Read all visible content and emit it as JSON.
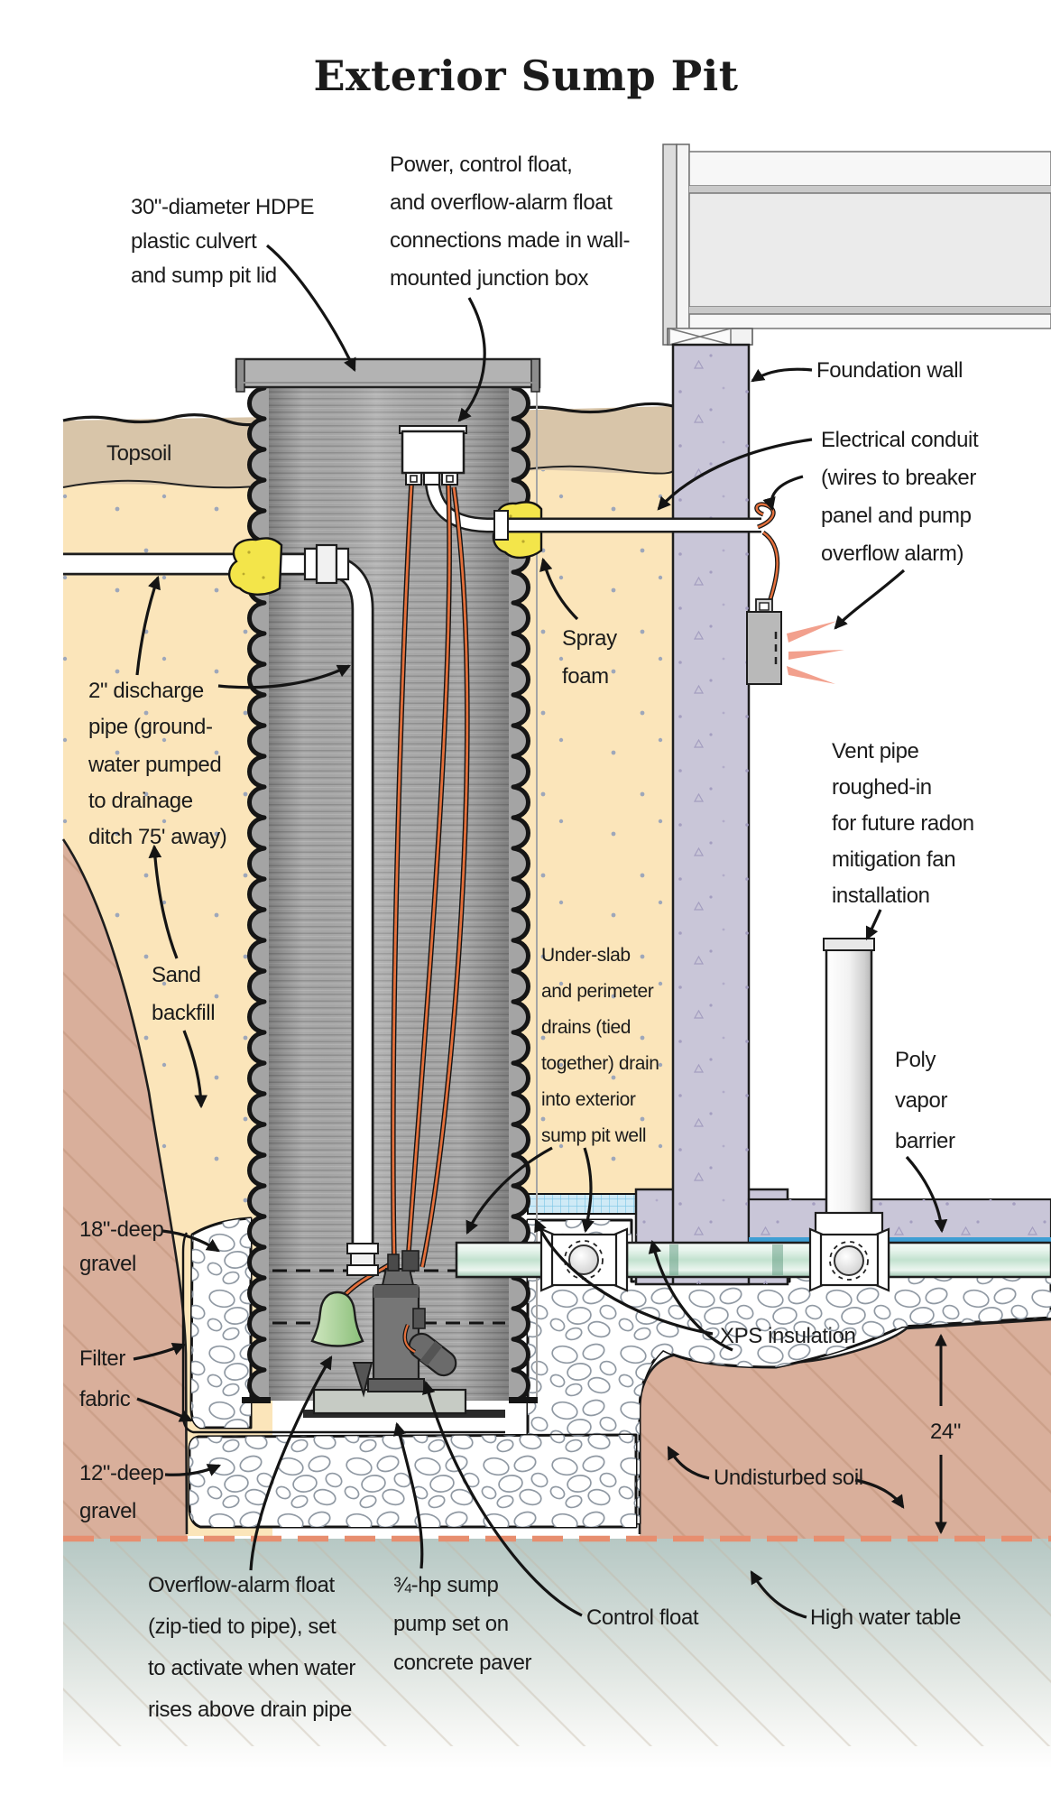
{
  "title": "Exterior Sump Pit",
  "labels": {
    "culvert": {
      "lines": [
        "30\"-diameter HDPE",
        "plastic culvert",
        "and sump pit lid"
      ]
    },
    "junction": {
      "lines": [
        "Power, control float,",
        "and overflow-alarm float",
        "connections made in wall-",
        "mounted junction box"
      ]
    },
    "foundation_wall": {
      "lines": [
        "Foundation wall"
      ]
    },
    "topsoil": {
      "lines": [
        "Topsoil"
      ]
    },
    "electrical": {
      "lines": [
        "Electrical conduit",
        "(wires to breaker",
        "panel and pump",
        "overflow alarm)"
      ]
    },
    "spray_foam": {
      "lines": [
        "Spray",
        "foam"
      ]
    },
    "discharge": {
      "lines": [
        "2\" discharge",
        "pipe (ground-",
        "water pumped",
        "to drainage",
        "ditch 75' away)"
      ]
    },
    "sand_backfill": {
      "lines": [
        "Sand",
        "backfill"
      ]
    },
    "vent": {
      "lines": [
        "Vent pipe",
        "roughed-in",
        "for future radon",
        "mitigation fan",
        "installation"
      ]
    },
    "underslab": {
      "lines": [
        "Under-slab",
        "and perimeter",
        "drains (tied",
        "together) drain",
        "into exterior",
        "sump pit well"
      ]
    },
    "poly": {
      "lines": [
        "Poly",
        "vapor",
        "barrier"
      ]
    },
    "xps": {
      "lines": [
        "XPS insulation"
      ]
    },
    "gravel18": {
      "lines": [
        "18\"-deep",
        "gravel"
      ]
    },
    "filter": {
      "lines": [
        "Filter",
        "fabric"
      ]
    },
    "gravel12": {
      "lines": [
        "12\"-deep",
        "gravel"
      ]
    },
    "dim24": {
      "lines": [
        "24\""
      ]
    },
    "undisturbed": {
      "lines": [
        "Undisturbed soil"
      ]
    },
    "high_water": {
      "lines": [
        "High water table"
      ]
    },
    "control_float": {
      "lines": [
        "Control float"
      ]
    },
    "pump": {
      "lines": [
        "¾-hp sump",
        "pump set on",
        "concrete paver"
      ]
    },
    "overflow": {
      "lines": [
        "Overflow-alarm float",
        "(zip-tied to pipe), set",
        "to activate when water",
        "rises above drain pipe"
      ]
    }
  },
  "palette": {
    "sand": "#fbe5ba",
    "topsoil": "#d8c5a9",
    "undisturbed_soil": "#d9af9b",
    "groundwater": "#b6c8c4",
    "concrete": "#c9c6d8",
    "culvert_gray": "#a8a8a8",
    "drain_pipe_green": "#c2e2cf",
    "wire_orange": "#e4703c",
    "spray_foam_yellow": "#f3e54a",
    "xps_blue": "#cfeaf6",
    "vapor_barrier_blue": "#3f9fd4",
    "water_table_line": "#e78e6f"
  }
}
